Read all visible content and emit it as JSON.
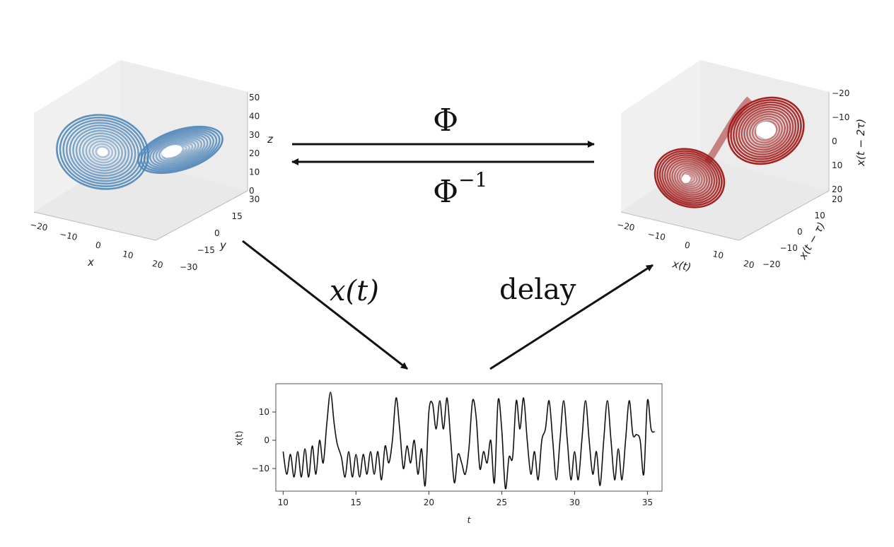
{
  "diagram": {
    "phi_label": "Φ",
    "phi_inv_base": "Φ",
    "phi_inv_exp": "−1",
    "xt_label": "x(t)",
    "delay_label": "delay"
  },
  "lorenz_plot": {
    "color": "#4f86b8",
    "x_axis_label": "x",
    "y_axis_label": "y",
    "z_axis_label": "z",
    "x_ticks": [
      "−20",
      "−10",
      "0",
      "10",
      "20"
    ],
    "y_ticks": [
      "−30",
      "−15",
      "0",
      "15",
      "30"
    ],
    "z_ticks": [
      "0",
      "10",
      "20",
      "30",
      "40",
      "50"
    ]
  },
  "embedding_plot": {
    "color": "#a01818",
    "x_axis_label": "x(t)",
    "y_axis_label": "x(t − τ)",
    "z_axis_label": "x(t − 2τ)",
    "x_ticks": [
      "−20",
      "−10",
      "0",
      "10",
      "20"
    ],
    "y_ticks": [
      "−20",
      "−10",
      "0",
      "10",
      "20"
    ],
    "z_ticks": [
      "−20",
      "−10",
      "0",
      "10",
      "20"
    ]
  },
  "chart_data": {
    "type": "line",
    "xlabel": "t",
    "ylabel": "x(t)",
    "xlim": [
      9.5,
      36
    ],
    "ylim": [
      -18,
      20
    ],
    "x_ticks": [
      10,
      15,
      20,
      25,
      30,
      35
    ],
    "y_ticks": [
      -10,
      0,
      10
    ],
    "series": [
      {
        "color": "#111111",
        "x": [
          10.0,
          10.25,
          10.5,
          10.75,
          11.0,
          11.25,
          11.5,
          11.75,
          12.0,
          12.25,
          12.5,
          12.75,
          13.0,
          13.25,
          13.5,
          13.7,
          14.0,
          14.25,
          14.5,
          14.75,
          15.0,
          15.25,
          15.5,
          15.75,
          16.0,
          16.25,
          16.5,
          16.75,
          17.0,
          17.25,
          17.5,
          17.75,
          18.0,
          18.25,
          18.5,
          18.75,
          19.0,
          19.25,
          19.5,
          19.75,
          20.0,
          20.25,
          20.5,
          20.75,
          21.0,
          21.25,
          21.5,
          21.75,
          22.0,
          22.25,
          22.5,
          22.75,
          23.0,
          23.25,
          23.5,
          23.75,
          24.0,
          24.25,
          24.5,
          24.75,
          25.0,
          25.25,
          25.5,
          25.75,
          26.0,
          26.25,
          26.5,
          26.75,
          27.0,
          27.25,
          27.5,
          27.75,
          28.0,
          28.25,
          28.5,
          28.75,
          29.0,
          29.25,
          29.5,
          29.75,
          30.0,
          30.25,
          30.5,
          30.75,
          31.0,
          31.25,
          31.5,
          31.75,
          32.0,
          32.25,
          32.5,
          32.75,
          33.0,
          33.25,
          33.5,
          33.75,
          34.0,
          34.25,
          34.5,
          34.75,
          35.0,
          35.25,
          35.5
        ],
        "y": [
          -4,
          -12,
          -5,
          -13,
          -4,
          -13,
          -3,
          -13,
          -2,
          -12,
          0,
          -8,
          6,
          17,
          6,
          -1,
          -6,
          -13,
          -4,
          -13,
          -5,
          -13,
          -5,
          -12,
          -4,
          -12,
          -4,
          -14,
          -2,
          -8,
          0,
          15,
          4,
          -10,
          -2,
          -8,
          0,
          -12,
          -3,
          -16,
          10,
          13,
          4,
          14,
          4,
          15,
          0,
          -15,
          -5,
          -8,
          -12,
          -3,
          14,
          8,
          -10,
          -4,
          -8,
          0,
          -15,
          14,
          4,
          -17,
          -6,
          -6,
          14,
          4,
          15,
          0,
          -12,
          -4,
          -14,
          0,
          4,
          14,
          0,
          -14,
          0,
          14,
          0,
          -14,
          -4,
          -14,
          0,
          14,
          0,
          -12,
          -4,
          -16,
          0,
          14,
          0,
          -14,
          -3,
          -14,
          0,
          14,
          2,
          2,
          0,
          -12,
          14,
          4,
          3
        ]
      }
    ]
  }
}
